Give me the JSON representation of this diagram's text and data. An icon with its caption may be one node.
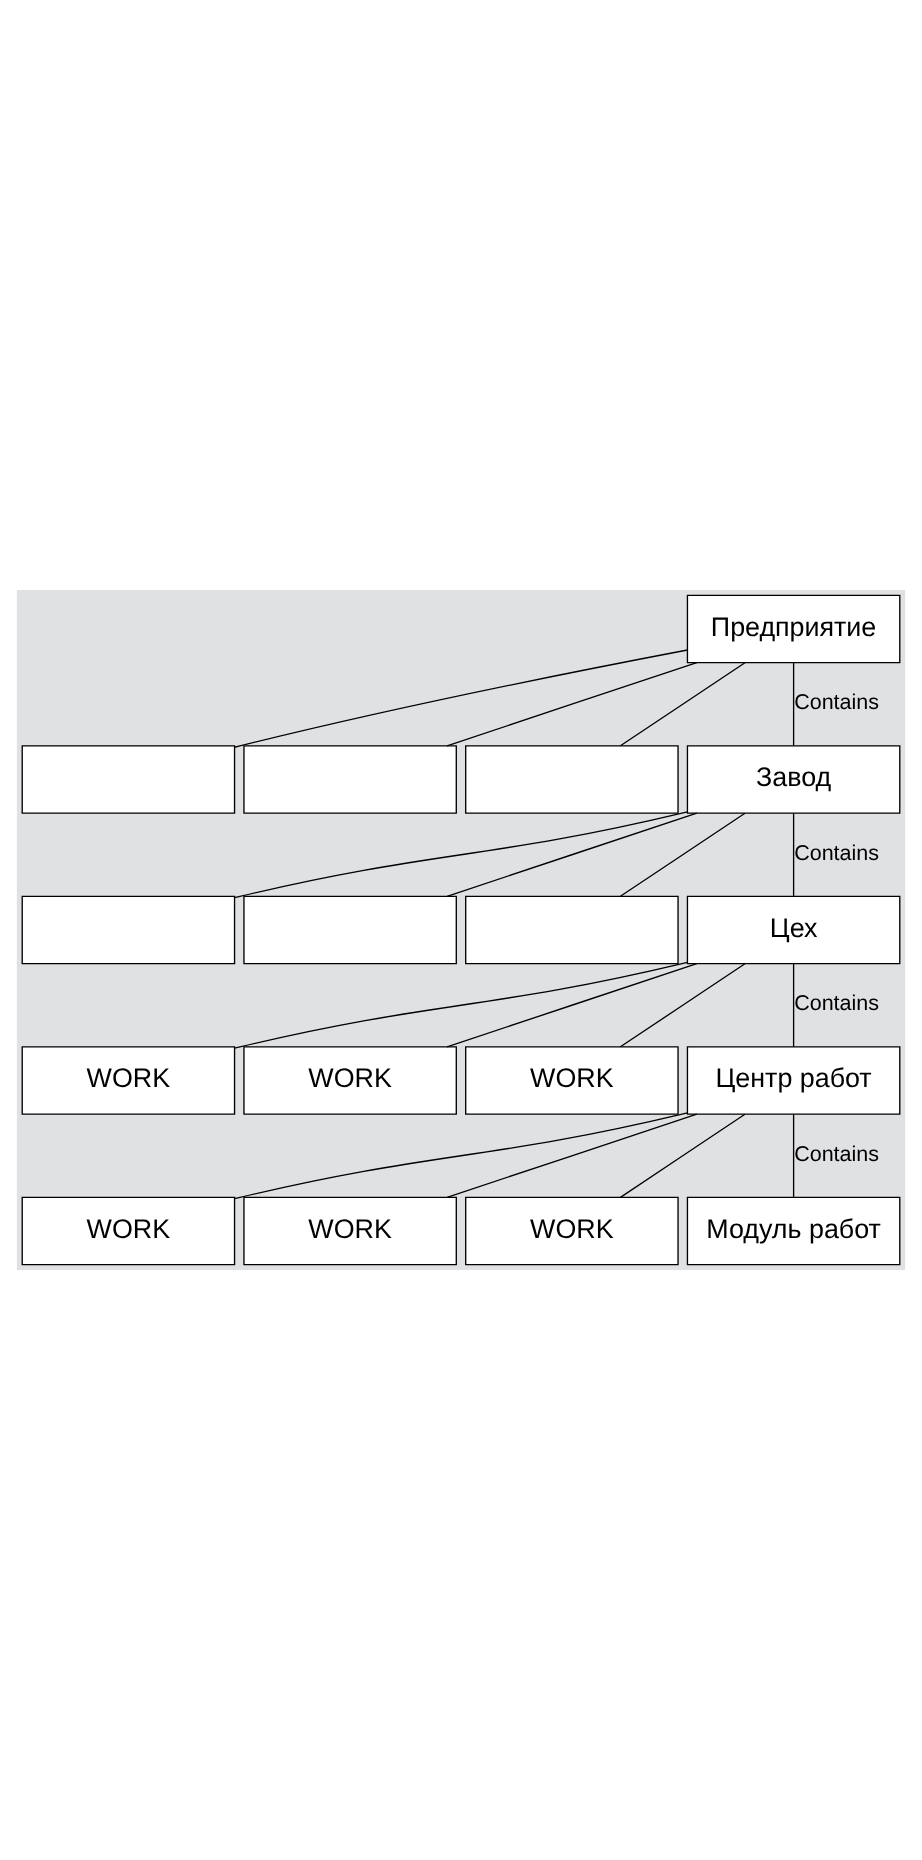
{
  "diagram": {
    "nodes": [
      {
        "text": [
          "Предприятие"
        ]
      },
      {
        "text": [],
        "shape": "box"
      },
      {
        "text": [],
        "shape": "box"
      },
      {
        "text": [],
        "shape": "box"
      },
      {
        "text": [
          "Завод"
        ]
      },
      {
        "text": [],
        "shape": "box"
      },
      {
        "text": [],
        "shape": "box"
      },
      {
        "text": [],
        "shape": "box"
      },
      {
        "text": [
          "Цех"
        ]
      },
      {
        "text": [
          "WORK"
        ]
      },
      {
        "text": [
          "WORK"
        ]
      },
      {
        "text": [
          "WORK"
        ]
      },
      {
        "text": [
          "Центр работ"
        ]
      },
      {
        "text": [
          "WORK"
        ]
      },
      {
        "text": [
          "WORK"
        ]
      },
      {
        "text": [
          "WORK"
        ]
      },
      {
        "text": [
          "Модуль работ"
        ]
      }
    ],
    "edges": [
      {
        "from": 0,
        "to": 1,
        "arrow": "none"
      },
      {
        "from": 0,
        "to": 2,
        "arrow": "none"
      },
      {
        "from": 0,
        "to": 3,
        "arrow": "none"
      },
      {
        "from": 0,
        "to": 4,
        "arrow": "none",
        "label": "Contains"
      },
      {
        "from": 4,
        "to": 5,
        "arrow": "none"
      },
      {
        "from": 4,
        "to": 6,
        "arrow": "none"
      },
      {
        "from": 4,
        "to": 7,
        "arrow": "none"
      },
      {
        "from": 4,
        "to": 8,
        "arrow": "none",
        "label": "Contains"
      },
      {
        "from": 8,
        "to": 9,
        "arrow": "none"
      },
      {
        "from": 8,
        "to": 10,
        "arrow": "none"
      },
      {
        "from": 8,
        "to": 11,
        "arrow": "none"
      },
      {
        "from": 8,
        "to": 12,
        "arrow": "none",
        "label": "Contains"
      },
      {
        "from": 12,
        "to": 13,
        "arrow": "none"
      },
      {
        "from": 12,
        "to": 14,
        "arrow": "none"
      },
      {
        "from": 12,
        "to": 15,
        "arrow": "none"
      },
      {
        "from": 12,
        "to": 16,
        "arrow": "none",
        "label": "Contains"
      }
    ]
  }
}
